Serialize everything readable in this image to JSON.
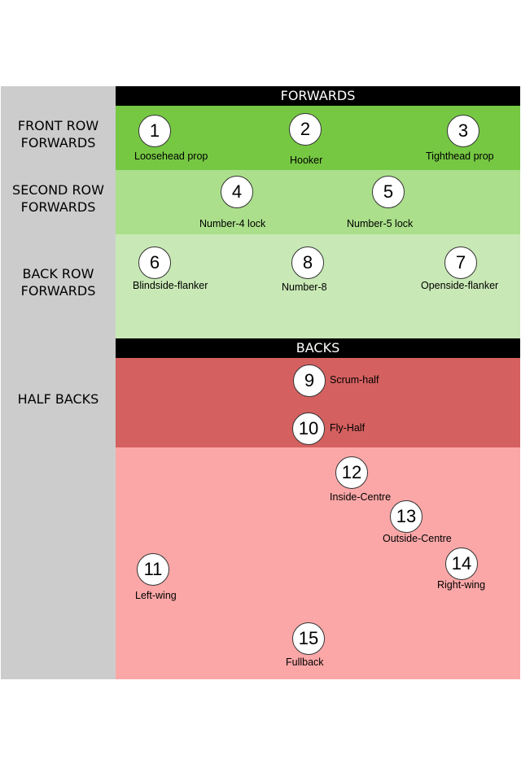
{
  "headers": {
    "forwards": "FORWARDS",
    "backs": "BACKS"
  },
  "row_labels": {
    "front_row": [
      "FRONT ROW",
      "FORWARDS"
    ],
    "second_row": [
      "SECOND ROW",
      "FORWARDS"
    ],
    "back_row": [
      "BACK ROW",
      "FORWARDS"
    ],
    "half_backs": "HALF BACKS"
  },
  "colors": {
    "sidebar": "#cccccc",
    "front_row": "#76c843",
    "second_row": "#abdf8b",
    "back_row": "#c8e8b5",
    "half_backs": "#d46060",
    "three_quarters": "#fba7a7",
    "header": "#000000"
  },
  "players": [
    {
      "number": "1",
      "position": "Loosehead prop"
    },
    {
      "number": "2",
      "position": "Hooker"
    },
    {
      "number": "3",
      "position": "Tighthead prop"
    },
    {
      "number": "4",
      "position": "Number-4 lock"
    },
    {
      "number": "5",
      "position": "Number-5 lock"
    },
    {
      "number": "6",
      "position": "Blindside-flanker"
    },
    {
      "number": "8",
      "position": "Number-8"
    },
    {
      "number": "7",
      "position": "Openside-flanker"
    },
    {
      "number": "9",
      "position": "Scrum-half"
    },
    {
      "number": "10",
      "position": "Fly-Half"
    },
    {
      "number": "12",
      "position": "Inside-Centre"
    },
    {
      "number": "13",
      "position": "Outside-Centre"
    },
    {
      "number": "11",
      "position": "Left-wing"
    },
    {
      "number": "14",
      "position": "Right-wing"
    },
    {
      "number": "15",
      "position": "Fullback"
    }
  ]
}
